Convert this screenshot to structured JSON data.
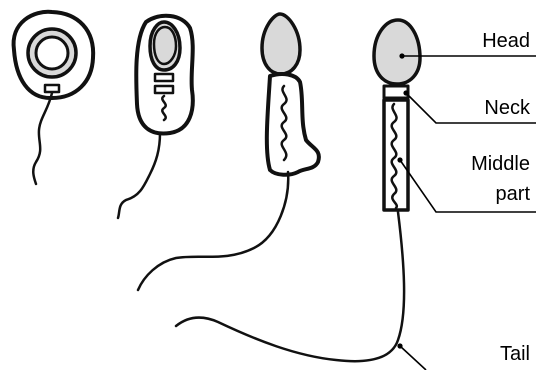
{
  "labels": {
    "head": "Head",
    "neck": "Neck",
    "middle_line1": "Middle",
    "middle_line2": "part",
    "tail": "Tail"
  },
  "colors": {
    "stroke": "#111111",
    "fill_gray": "#d9d9d9",
    "background": "#ffffff"
  }
}
